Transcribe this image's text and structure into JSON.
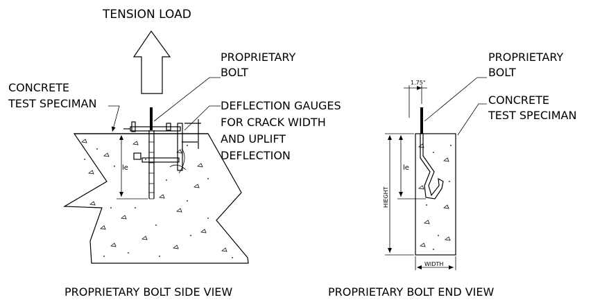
{
  "side_view": {
    "tension_load": "TENSION LOAD",
    "bolt_label_1": "PROPRIETARY",
    "bolt_label_2": "BOLT",
    "concrete_label_1": "CONCRETE",
    "concrete_label_2": "TEST SPECIMAN",
    "gauges_label_1": "DEFLECTION GAUGES",
    "gauges_label_2": "FOR CRACK WIDTH",
    "gauges_label_3": "AND UPLIFT",
    "gauges_label_4": "DEFLECTION",
    "le_label": "le",
    "caption": "PROPRIETARY BOLT SIDE VIEW"
  },
  "end_view": {
    "bolt_label_1": "PROPRIETARY",
    "bolt_label_2": "BOLT",
    "concrete_label_1": "CONCRETE",
    "concrete_label_2": "TEST SPECIMAN",
    "offset_dim": "1.75\"",
    "le_label": "le",
    "height_label": "HIEGHT",
    "width_label": "WIDTH",
    "caption": "PROPRIETARY BOLT END VIEW"
  }
}
